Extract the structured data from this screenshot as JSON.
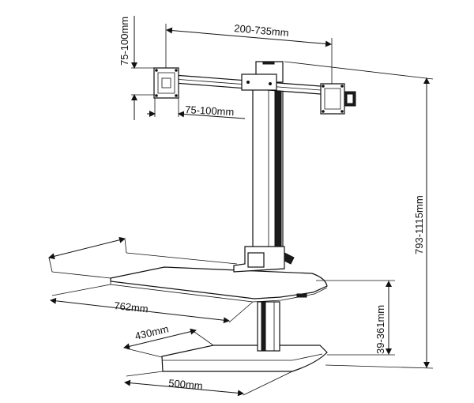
{
  "diagram": {
    "dimensions": {
      "arm_width_range": "200-735mm",
      "vesa_vertical": "75-100mm",
      "vesa_horizontal": "75-100mm",
      "overall_height": "793-1115mm",
      "desk_depth": "762mm",
      "height_adjust": "39-361mm",
      "base_depth": "430mm",
      "base_width": "500mm"
    },
    "colors": {
      "line": "#111111",
      "background": "#ffffff"
    }
  }
}
